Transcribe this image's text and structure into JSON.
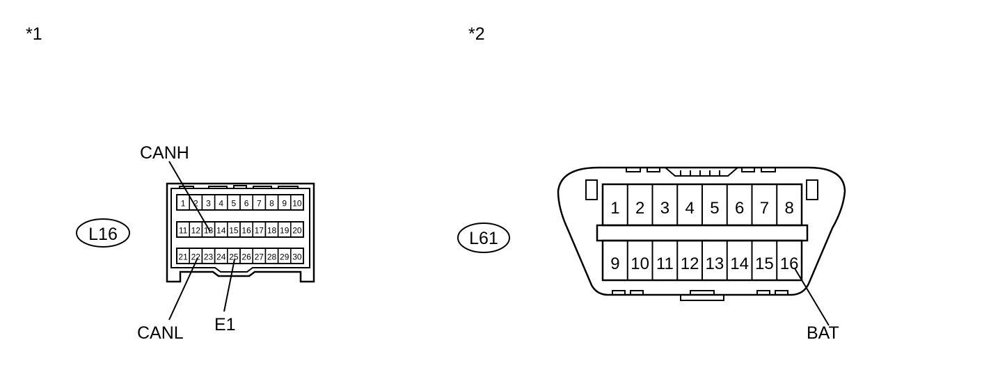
{
  "figures": [
    {
      "marker": "*1",
      "connector_id": "L16",
      "pin_rows": [
        [
          "1",
          "2",
          "3",
          "4",
          "5",
          "6",
          "7",
          "8",
          "9",
          "10"
        ],
        [
          "11",
          "12",
          "13",
          "14",
          "15",
          "16",
          "17",
          "18",
          "19",
          "20"
        ],
        [
          "21",
          "22",
          "23",
          "24",
          "25",
          "26",
          "27",
          "28",
          "29",
          "30"
        ]
      ],
      "callouts": {
        "canh": "CANH",
        "canl": "CANL",
        "e1": "E1"
      }
    },
    {
      "marker": "*2",
      "connector_id": "L61",
      "pin_rows": [
        [
          "1",
          "2",
          "3",
          "4",
          "5",
          "6",
          "7",
          "8"
        ],
        [
          "9",
          "10",
          "11",
          "12",
          "13",
          "14",
          "15",
          "16"
        ]
      ],
      "callouts": {
        "bat": "BAT"
      }
    }
  ],
  "colors": {
    "line": "#000000",
    "background": "#ffffff"
  }
}
